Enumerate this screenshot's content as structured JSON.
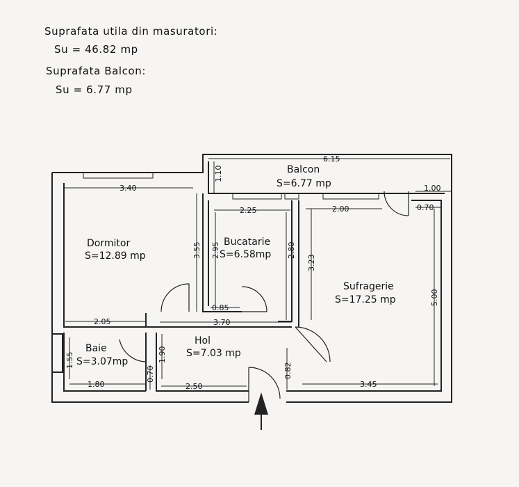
{
  "header": {
    "utila_title": "Suprafata utila din masuratori:",
    "utila_value": "Su = 46.82 mp",
    "balcon_title": "Suprafata Balcon:",
    "balcon_value": "Su = 6.77 mp"
  },
  "rooms": {
    "balcon": {
      "name": "Balcon",
      "area": "S=6.77 mp"
    },
    "dormitor": {
      "name": "Dormitor",
      "area": "S=12.89 mp"
    },
    "bucatarie": {
      "name": "Bucatarie",
      "area": "S=6.58mp"
    },
    "sufragerie": {
      "name": "Sufragerie",
      "area": "S=17.25 mp"
    },
    "baie": {
      "name": "Baie",
      "area": "S=3.07mp"
    },
    "hol": {
      "name": "Hol",
      "area": "S=7.03 mp"
    }
  },
  "dimensions": {
    "balcon_width": "6.15",
    "balcon_depth": "1.10",
    "balcon_ext_width": "1.00",
    "balcon_ext_small": "0.70",
    "dormitor_width": "3.40",
    "dormitor_height": "3.55",
    "dormitor_bottom": "2.05",
    "bucatarie_width": "2.25",
    "bucatarie_left": "2.95",
    "bucatarie_right": "2.80",
    "bucatarie_door": "0.85",
    "sufragerie_top": "2.00",
    "sufragerie_left": "3.23",
    "sufragerie_right": "5.00",
    "sufragerie_bottom": "3.45",
    "hol_width": "3.70",
    "hol_door_wall": "0.82",
    "hol_bottom": "2.50",
    "hol_left": "1.90",
    "baie_height": "1.55",
    "baie_width": "1.80",
    "baie_small": "0.70"
  },
  "entrance_arrow": "entrance-arrow-icon"
}
